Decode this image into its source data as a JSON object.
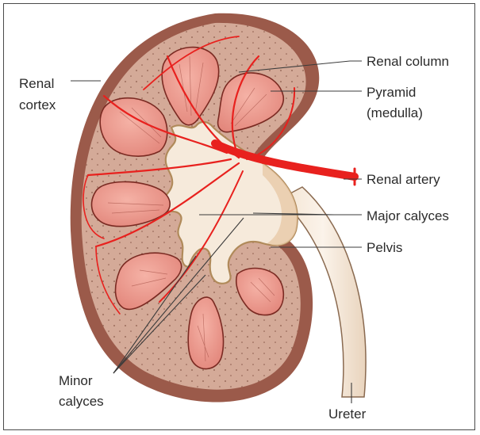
{
  "labels": {
    "renal_cortex_line1": "Renal",
    "renal_cortex_line2": "cortex",
    "renal_column": "Renal column",
    "pyramid_line1": "Pyramid",
    "pyramid_line2": "(medulla)",
    "renal_artery": "Renal artery",
    "major_calyces": "Major calyces",
    "pelvis": "Pelvis",
    "minor_calyces_line1": "Minor",
    "minor_calyces_line2": "calyces",
    "ureter": "Ureter"
  },
  "colors": {
    "capsule": "#9b5a4a",
    "cortex": "#d4aa98",
    "pyramid": "#ea9488",
    "pelvis": "#f6eadb",
    "artery": "#e8211e"
  }
}
